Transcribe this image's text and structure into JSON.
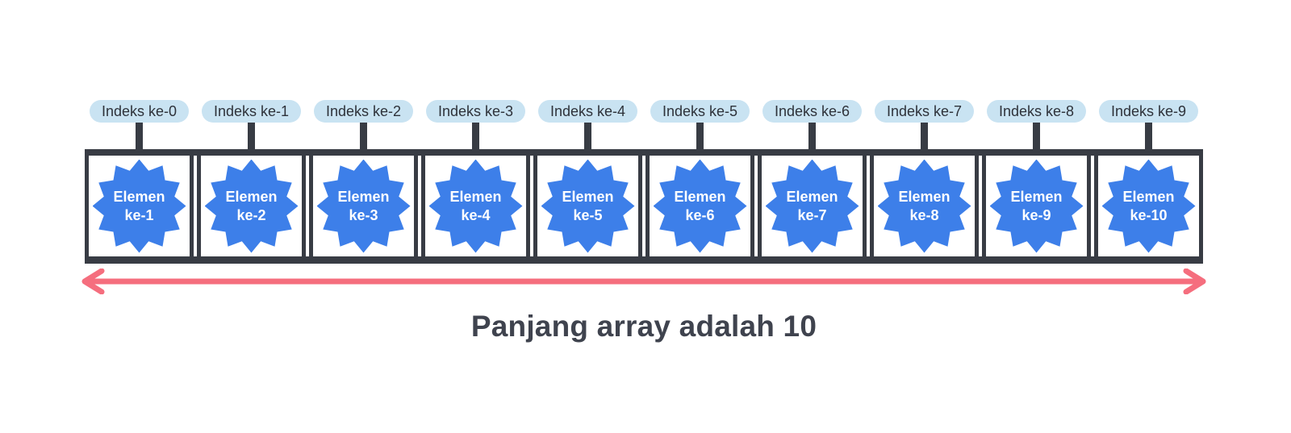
{
  "diagram": {
    "title": "Array of length 10 with indexes and elements",
    "array_length": 10,
    "length_caption": "Panjang array adalah 10",
    "indexes": [
      {
        "label": "Indeks ke-0"
      },
      {
        "label": "Indeks ke-1"
      },
      {
        "label": "Indeks ke-2"
      },
      {
        "label": "Indeks ke-3"
      },
      {
        "label": "Indeks ke-4"
      },
      {
        "label": "Indeks ke-5"
      },
      {
        "label": "Indeks ke-6"
      },
      {
        "label": "Indeks ke-7"
      },
      {
        "label": "Indeks ke-8"
      },
      {
        "label": "Indeks ke-9"
      }
    ],
    "elements": [
      {
        "label": "Elemen\nke-1"
      },
      {
        "label": "Elemen\nke-2"
      },
      {
        "label": "Elemen\nke-3"
      },
      {
        "label": "Elemen\nke-4"
      },
      {
        "label": "Elemen\nke-5"
      },
      {
        "label": "Elemen\nke-6"
      },
      {
        "label": "Elemen\nke-7"
      },
      {
        "label": "Elemen\nke-8"
      },
      {
        "label": "Elemen\nke-9"
      },
      {
        "label": "Elemen\nke-10"
      }
    ],
    "icons": {
      "length_arrow": "double-headed-horizontal-arrow"
    },
    "colors": {
      "background": "#FFFFFF",
      "index_pill_bg": "#C9E3F2",
      "index_pill_text": "#2E323A",
      "frame": "#383C44",
      "element_star": "#3D7FE9",
      "element_text": "#FFFFFF",
      "arrow": "#F56E7E",
      "caption_text": "#3F434E"
    }
  }
}
